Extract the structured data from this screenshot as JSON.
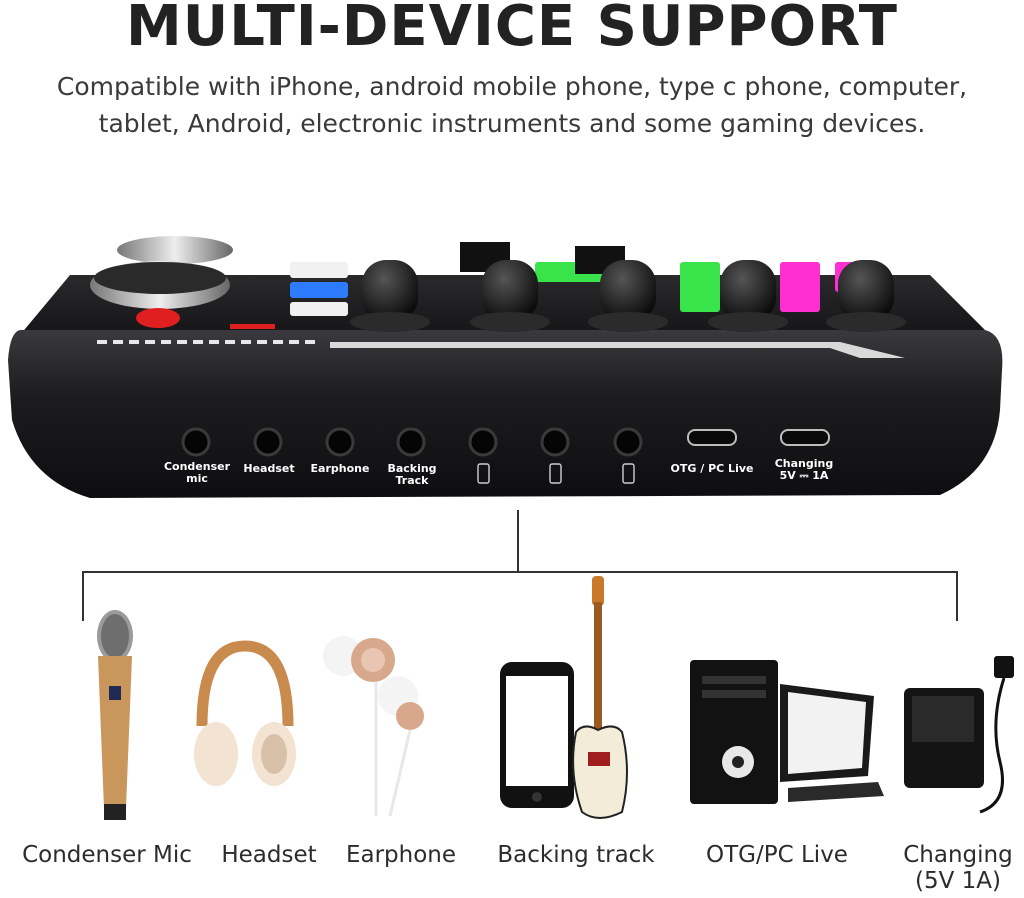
{
  "header": {
    "title": "MULTI-DEVICE SUPPORT",
    "subtitle_line1": "Compatible with iPhone, android mobile phone, type c phone, computer,",
    "subtitle_line2": "tablet, Android, electronic instruments and some gaming devices."
  },
  "ports": [
    {
      "line1": "Condenser",
      "line2": "mic"
    },
    {
      "line1": "Headset",
      "line2": ""
    },
    {
      "line1": "Earphone",
      "line2": ""
    },
    {
      "line1": "Backing Track",
      "line2": ""
    },
    {
      "line1": "OTG / PC Live",
      "line2": ""
    },
    {
      "line1": "Changing",
      "line2": "5V ⎓ 1A"
    }
  ],
  "devices": [
    {
      "label": "Condenser Mic",
      "icon": "microphone-icon"
    },
    {
      "label": "Headset",
      "icon": "headphones-icon"
    },
    {
      "label": "Earphone",
      "icon": "earphones-icon"
    },
    {
      "label": "Backing track",
      "icon": "phone-guitar-icon"
    },
    {
      "label": "OTG/PC Live",
      "icon": "computer-icon"
    },
    {
      "label_line1": "Changing",
      "label_line2": "(5V 1A)",
      "icon": "power-adapter-icon"
    }
  ],
  "colors": {
    "device_body": "#1b1b1d",
    "accent_green": "#39e34a",
    "accent_pink": "#ff2fd2",
    "accent_blue": "#2d7bff",
    "accent_red": "#e02020",
    "gold": "#c9965c"
  }
}
